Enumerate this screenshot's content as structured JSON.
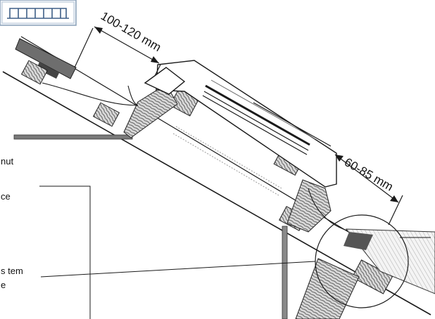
{
  "dimensions": {
    "top": "100-120 mm",
    "bottom": "60-85 mm"
  },
  "side_labels": {
    "first": "nut",
    "second": "ce",
    "third_line1": "s tem",
    "third_line2": "e"
  },
  "colors": {
    "line": "#1a1a1a",
    "wood_fill": "#d9d9d9",
    "wood_grain": "#5a5a5a",
    "glass_fill": "#eeeeee",
    "icon_border": "#8aa0b8",
    "icon_bg": "#eef3f8"
  },
  "icons": {
    "corner_logo": "roof-tile-pattern-icon"
  }
}
